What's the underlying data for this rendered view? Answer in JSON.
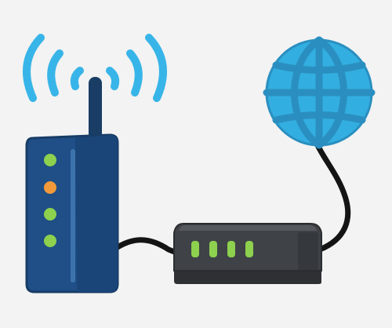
{
  "illustration": {
    "colors": {
      "background": "#f3f3f3",
      "wifi_waves": "#38b5e8",
      "router_body": "#1f4f86",
      "router_panel": "#1a3d66",
      "router_highlight": "#3d73ad",
      "antenna": "#1a3d66",
      "led_green": "#8dd14f",
      "led_orange": "#f29a3a",
      "modem_body": "#3f4246",
      "modem_top": "#55595e",
      "modem_base": "#2e3033",
      "globe": "#33aee0",
      "globe_lines": "#2a8fc0",
      "cable": "#141414"
    },
    "icons": [
      "wifi-waves-icon",
      "wireless-router-icon",
      "modem-icon",
      "globe-icon",
      "cable-icon"
    ],
    "router_leds": [
      "green",
      "orange",
      "green",
      "green"
    ],
    "modem_leds": [
      "green",
      "green",
      "green",
      "green"
    ]
  }
}
